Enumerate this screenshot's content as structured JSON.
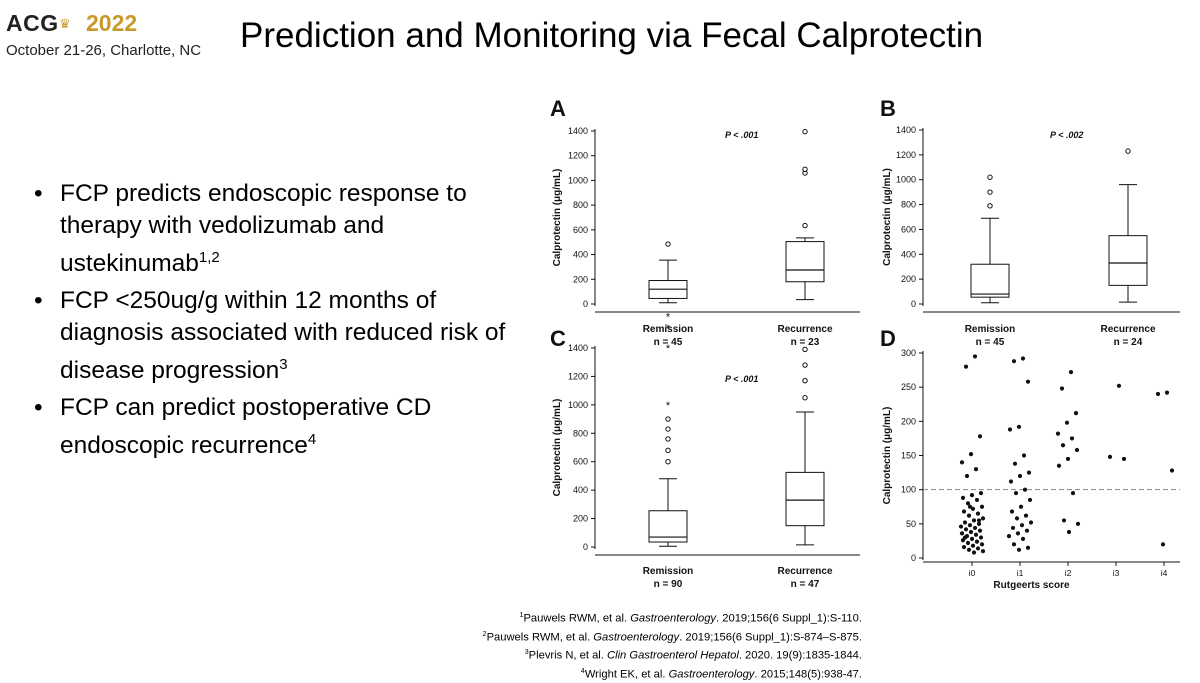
{
  "header": {
    "logo_acg": "ACG",
    "logo_year": "2022",
    "logo_sub": "October 21-26, Charlotte, NC",
    "title": "Prediction and Monitoring via Fecal Calprotectin"
  },
  "bullets": [
    {
      "text": "FCP predicts endoscopic response to therapy with vedolizumab and ustekinumab",
      "sup": "1,2"
    },
    {
      "text": "FCP <250ug/g within 12 months of diagnosis associated with reduced risk of disease progression",
      "sup": "3"
    },
    {
      "text": "FCP can predict postoperative CD endoscopic recurrence",
      "sup": "4"
    }
  ],
  "references": [
    {
      "sup": "1",
      "pre": "Pauwels RWM, et al. ",
      "journal": "Gastroenterology",
      "post": ". 2019;156(6 Suppl_1):S-110."
    },
    {
      "sup": "2",
      "pre": "Pauwels RWM, et al. ",
      "journal": "Gastroenterology",
      "post": ". 2019;156(6 Suppl_1):S-874–S-875."
    },
    {
      "sup": "3",
      "pre": "Plevris N, et al. ",
      "journal": "Clin Gastroenterol Hepatol",
      "post": ". 2020. 19(9):1835-1844."
    },
    {
      "sup": "4",
      "pre": "Wright EK, et al. ",
      "journal": "Gastroenterology",
      "post": ". 2015;148(5):938-47."
    }
  ],
  "colors": {
    "accent_gold": "#c89a2a",
    "text": "#000000",
    "marks": "#111111",
    "threshold_line": "#888888"
  },
  "chart_data": [
    {
      "panel": "A",
      "type": "box",
      "ylabel": "Calprotectin (μg/mL)",
      "ylim": [
        0,
        1400
      ],
      "yticks": [
        0,
        200,
        400,
        600,
        800,
        1000,
        1200,
        1400
      ],
      "annotation": "P < .001",
      "groups": [
        {
          "label": "Remission",
          "n": "n = 45",
          "min": 10,
          "q1": 45,
          "median": 120,
          "q3": 190,
          "max": 355,
          "outliers": [
            485
          ],
          "stars": []
        },
        {
          "label": "Recurrence",
          "n": "n = 23",
          "min": 35,
          "q1": 180,
          "median": 275,
          "q3": 505,
          "max": 535,
          "outliers": [
            635,
            1060,
            1090,
            1395
          ],
          "stars": []
        }
      ]
    },
    {
      "panel": "B",
      "type": "box",
      "ylabel": "Calprotectin (μg/mL)",
      "ylim": [
        0,
        1400
      ],
      "yticks": [
        0,
        200,
        400,
        600,
        800,
        1000,
        1200,
        1400
      ],
      "annotation": "P < .002",
      "groups": [
        {
          "label": "Remission",
          "n": "n = 45",
          "min": 10,
          "q1": 55,
          "median": 80,
          "q3": 320,
          "max": 690,
          "outliers": [
            790,
            900,
            1020
          ],
          "stars": []
        },
        {
          "label": "Recurrence",
          "n": "n = 24",
          "min": 15,
          "q1": 150,
          "median": 330,
          "q3": 550,
          "max": 960,
          "outliers": [
            1230
          ],
          "stars": []
        }
      ]
    },
    {
      "panel": "C",
      "type": "box",
      "ylabel": "Calprotectin (μg/mL)",
      "ylim": [
        0,
        1400
      ],
      "yticks": [
        0,
        200,
        400,
        600,
        800,
        1000,
        1200,
        1400
      ],
      "annotation": "P < .001",
      "groups": [
        {
          "label": "Remission",
          "n": "n = 90",
          "min": 5,
          "q1": 35,
          "median": 70,
          "q3": 255,
          "max": 480,
          "outliers": [
            600,
            680,
            760,
            830,
            900
          ],
          "stars": [
            1000,
            1400,
            1540,
            1620
          ]
        },
        {
          "label": "Recurrence",
          "n": "n = 47",
          "min": 15,
          "q1": 150,
          "median": 330,
          "q3": 525,
          "max": 950,
          "outliers": [
            1050,
            1170,
            1280,
            1390
          ],
          "stars": []
        }
      ]
    },
    {
      "panel": "D",
      "type": "scatter",
      "xlabel": "Rutgeerts score",
      "ylabel": "Calprotectin (μg/mL)",
      "ylim": [
        0,
        300
      ],
      "yticks": [
        0,
        50,
        100,
        150,
        200,
        250,
        300
      ],
      "categories": [
        "i0",
        "i1",
        "i2",
        "i3",
        "i4"
      ],
      "threshold": 100,
      "points": [
        {
          "x": "i0",
          "y": 295
        },
        {
          "x": "i0",
          "y": 280
        },
        {
          "x": "i0",
          "y": 178
        },
        {
          "x": "i0",
          "y": 152
        },
        {
          "x": "i0",
          "y": 140
        },
        {
          "x": "i0",
          "y": 130
        },
        {
          "x": "i0",
          "y": 120
        },
        {
          "x": "i0",
          "y": 95
        },
        {
          "x": "i0",
          "y": 92
        },
        {
          "x": "i0",
          "y": 88
        },
        {
          "x": "i0",
          "y": 85
        },
        {
          "x": "i0",
          "y": 80
        },
        {
          "x": "i0",
          "y": 75
        },
        {
          "x": "i0",
          "y": 72
        },
        {
          "x": "i0",
          "y": 68
        },
        {
          "x": "i0",
          "y": 65
        },
        {
          "x": "i0",
          "y": 62
        },
        {
          "x": "i0",
          "y": 58
        },
        {
          "x": "i0",
          "y": 55
        },
        {
          "x": "i0",
          "y": 52
        },
        {
          "x": "i0",
          "y": 50
        },
        {
          "x": "i0",
          "y": 48
        },
        {
          "x": "i0",
          "y": 46
        },
        {
          "x": "i0",
          "y": 44
        },
        {
          "x": "i0",
          "y": 42
        },
        {
          "x": "i0",
          "y": 40
        },
        {
          "x": "i0",
          "y": 38
        },
        {
          "x": "i0",
          "y": 36
        },
        {
          "x": "i0",
          "y": 34
        },
        {
          "x": "i0",
          "y": 32
        },
        {
          "x": "i0",
          "y": 30
        },
        {
          "x": "i0",
          "y": 28
        },
        {
          "x": "i0",
          "y": 26
        },
        {
          "x": "i0",
          "y": 24
        },
        {
          "x": "i0",
          "y": 22
        },
        {
          "x": "i0",
          "y": 20
        },
        {
          "x": "i0",
          "y": 18
        },
        {
          "x": "i0",
          "y": 16
        },
        {
          "x": "i0",
          "y": 14
        },
        {
          "x": "i0",
          "y": 12
        },
        {
          "x": "i0",
          "y": 10
        },
        {
          "x": "i0",
          "y": 8
        },
        {
          "x": "i0",
          "y": 30
        },
        {
          "x": "i0",
          "y": 55
        },
        {
          "x": "i0",
          "y": 75
        },
        {
          "x": "i1",
          "y": 292
        },
        {
          "x": "i1",
          "y": 288
        },
        {
          "x": "i1",
          "y": 258
        },
        {
          "x": "i1",
          "y": 192
        },
        {
          "x": "i1",
          "y": 188
        },
        {
          "x": "i1",
          "y": 150
        },
        {
          "x": "i1",
          "y": 138
        },
        {
          "x": "i1",
          "y": 125
        },
        {
          "x": "i1",
          "y": 120
        },
        {
          "x": "i1",
          "y": 112
        },
        {
          "x": "i1",
          "y": 100
        },
        {
          "x": "i1",
          "y": 95
        },
        {
          "x": "i1",
          "y": 85
        },
        {
          "x": "i1",
          "y": 75
        },
        {
          "x": "i1",
          "y": 68
        },
        {
          "x": "i1",
          "y": 62
        },
        {
          "x": "i1",
          "y": 58
        },
        {
          "x": "i1",
          "y": 52
        },
        {
          "x": "i1",
          "y": 48
        },
        {
          "x": "i1",
          "y": 44
        },
        {
          "x": "i1",
          "y": 40
        },
        {
          "x": "i1",
          "y": 36
        },
        {
          "x": "i1",
          "y": 32
        },
        {
          "x": "i1",
          "y": 28
        },
        {
          "x": "i1",
          "y": 20
        },
        {
          "x": "i1",
          "y": 15
        },
        {
          "x": "i1",
          "y": 12
        },
        {
          "x": "i2",
          "y": 272
        },
        {
          "x": "i2",
          "y": 248
        },
        {
          "x": "i2",
          "y": 212
        },
        {
          "x": "i2",
          "y": 198
        },
        {
          "x": "i2",
          "y": 182
        },
        {
          "x": "i2",
          "y": 175
        },
        {
          "x": "i2",
          "y": 165
        },
        {
          "x": "i2",
          "y": 158
        },
        {
          "x": "i2",
          "y": 145
        },
        {
          "x": "i2",
          "y": 135
        },
        {
          "x": "i2",
          "y": 95
        },
        {
          "x": "i2",
          "y": 55
        },
        {
          "x": "i2",
          "y": 50
        },
        {
          "x": "i2",
          "y": 38
        },
        {
          "x": "i3",
          "y": 252
        },
        {
          "x": "i3",
          "y": 148
        },
        {
          "x": "i3",
          "y": 145
        },
        {
          "x": "i4",
          "y": 242
        },
        {
          "x": "i4",
          "y": 240
        },
        {
          "x": "i4",
          "y": 128
        },
        {
          "x": "i4",
          "y": 20
        }
      ]
    }
  ]
}
